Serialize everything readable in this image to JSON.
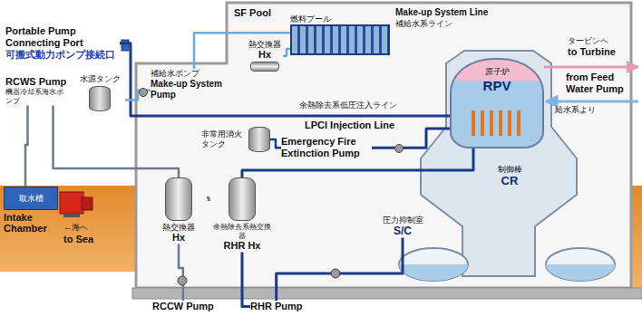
{
  "diagram": {
    "nodes": [
      {
        "text": [
          "Portable Pump Connecting Port",
          "可搬式動力ポンプ接続口"
        ]
      },
      {
        "text": [
          "燃料プール"
        ]
      },
      {
        "text": [
          "熱交換器",
          "Hx"
        ]
      },
      {
        "text": [
          "補給水ポンプ",
          "Make-up System Pump"
        ]
      },
      {
        "text": [
          "水源タンク"
        ]
      },
      {
        "text": [
          "RCWS Pump",
          "機器冷却系海水ポンプ"
        ]
      },
      {
        "text": [
          "原子炉",
          "RPV"
        ]
      },
      {
        "text": [
          "非常用消火タンク"
        ]
      },
      {
        "text": [
          "Emergency Fire Extinction Pump"
        ]
      },
      {
        "text": [
          "制御棒",
          "CR"
        ]
      },
      {
        "text": [
          "取水槽",
          "Intake Chamber"
        ]
      },
      {
        "text": [
          "熱交換器",
          "Hx"
        ]
      },
      {
        "text": [
          "余熱除去系熱交換器",
          "RHR Hx"
        ]
      },
      {
        "text": [
          "圧力抑制室",
          "S/C"
        ]
      },
      {
        "text": [
          "RCCW Pump"
        ]
      },
      {
        "text": [
          "RHR Pump"
        ]
      }
    ],
    "edges": [
      {
        "from": 0,
        "to": 6,
        "arrow": "none"
      },
      {
        "from": 3,
        "to": 1,
        "arrow": "none"
      },
      {
        "from": 1,
        "to": 2,
        "arrow": "none"
      },
      {
        "from": 4,
        "to": 3,
        "arrow": "none"
      },
      {
        "from": 7,
        "to": 8,
        "arrow": "none"
      },
      {
        "from": 8,
        "to": 6,
        "arrow": "none"
      },
      {
        "from": 10,
        "to": 5,
        "arrow": "none"
      },
      {
        "from": 5,
        "to": 11,
        "arrow": "none"
      },
      {
        "from": 11,
        "to": 12,
        "arrow": "none"
      },
      {
        "from": 14,
        "to": 11,
        "arrow": "none"
      },
      {
        "from": 13,
        "to": 15,
        "arrow": "none"
      },
      {
        "from": 15,
        "to": 12,
        "arrow": "none"
      },
      {
        "from": 12,
        "to": 6,
        "arrow": "none"
      }
    ],
    "labels": [
      "SF Pool",
      "Make-up System Line",
      "補給水系ライン",
      "余熱除去系低圧注入ライン",
      "LPCI Injection Line",
      "タービンへ",
      "to Turbine",
      "給水系より",
      "from Feed Water Pump",
      "←海へ",
      "to Sea"
    ]
  }
}
